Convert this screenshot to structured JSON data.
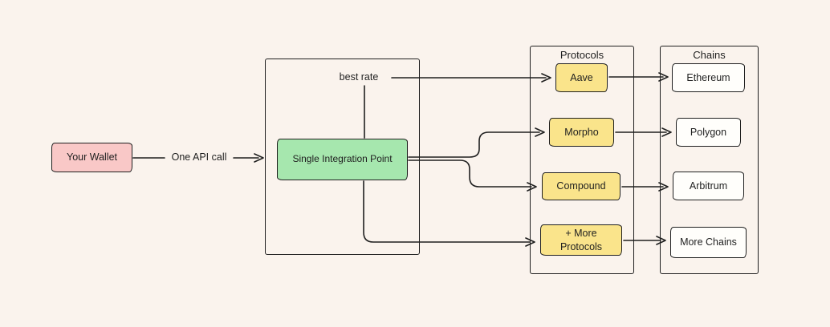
{
  "colors": {
    "background": "#FAF3ED",
    "stroke": "#1F1F1F",
    "wallet_fill": "#F9C8C7",
    "integration_fill": "#A6E7AE",
    "protocol_fill": "#FAE48B",
    "chain_fill": "#FFFEFB"
  },
  "nodes": {
    "wallet": {
      "label": "Your Wallet"
    },
    "integration": {
      "label": "Single Integration Point"
    }
  },
  "edges": {
    "api_call": {
      "label": "One API call"
    },
    "best_rate": {
      "label": "best rate"
    }
  },
  "protocols": {
    "title": "Protocols",
    "items": [
      "Aave",
      "Morpho",
      "Compound",
      "+ More Protocols"
    ]
  },
  "chains": {
    "title": "Chains",
    "items": [
      "Ethereum",
      "Polygon",
      "Arbitrum",
      "More Chains"
    ]
  }
}
